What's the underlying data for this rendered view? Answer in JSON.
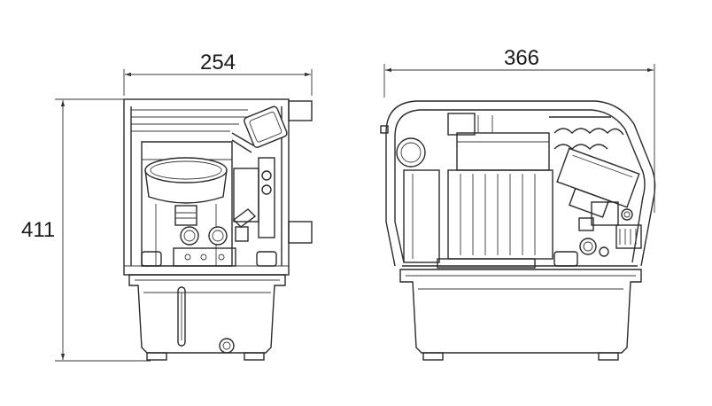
{
  "dimensions": {
    "side_width": "254",
    "front_width": "366",
    "height": "411"
  }
}
